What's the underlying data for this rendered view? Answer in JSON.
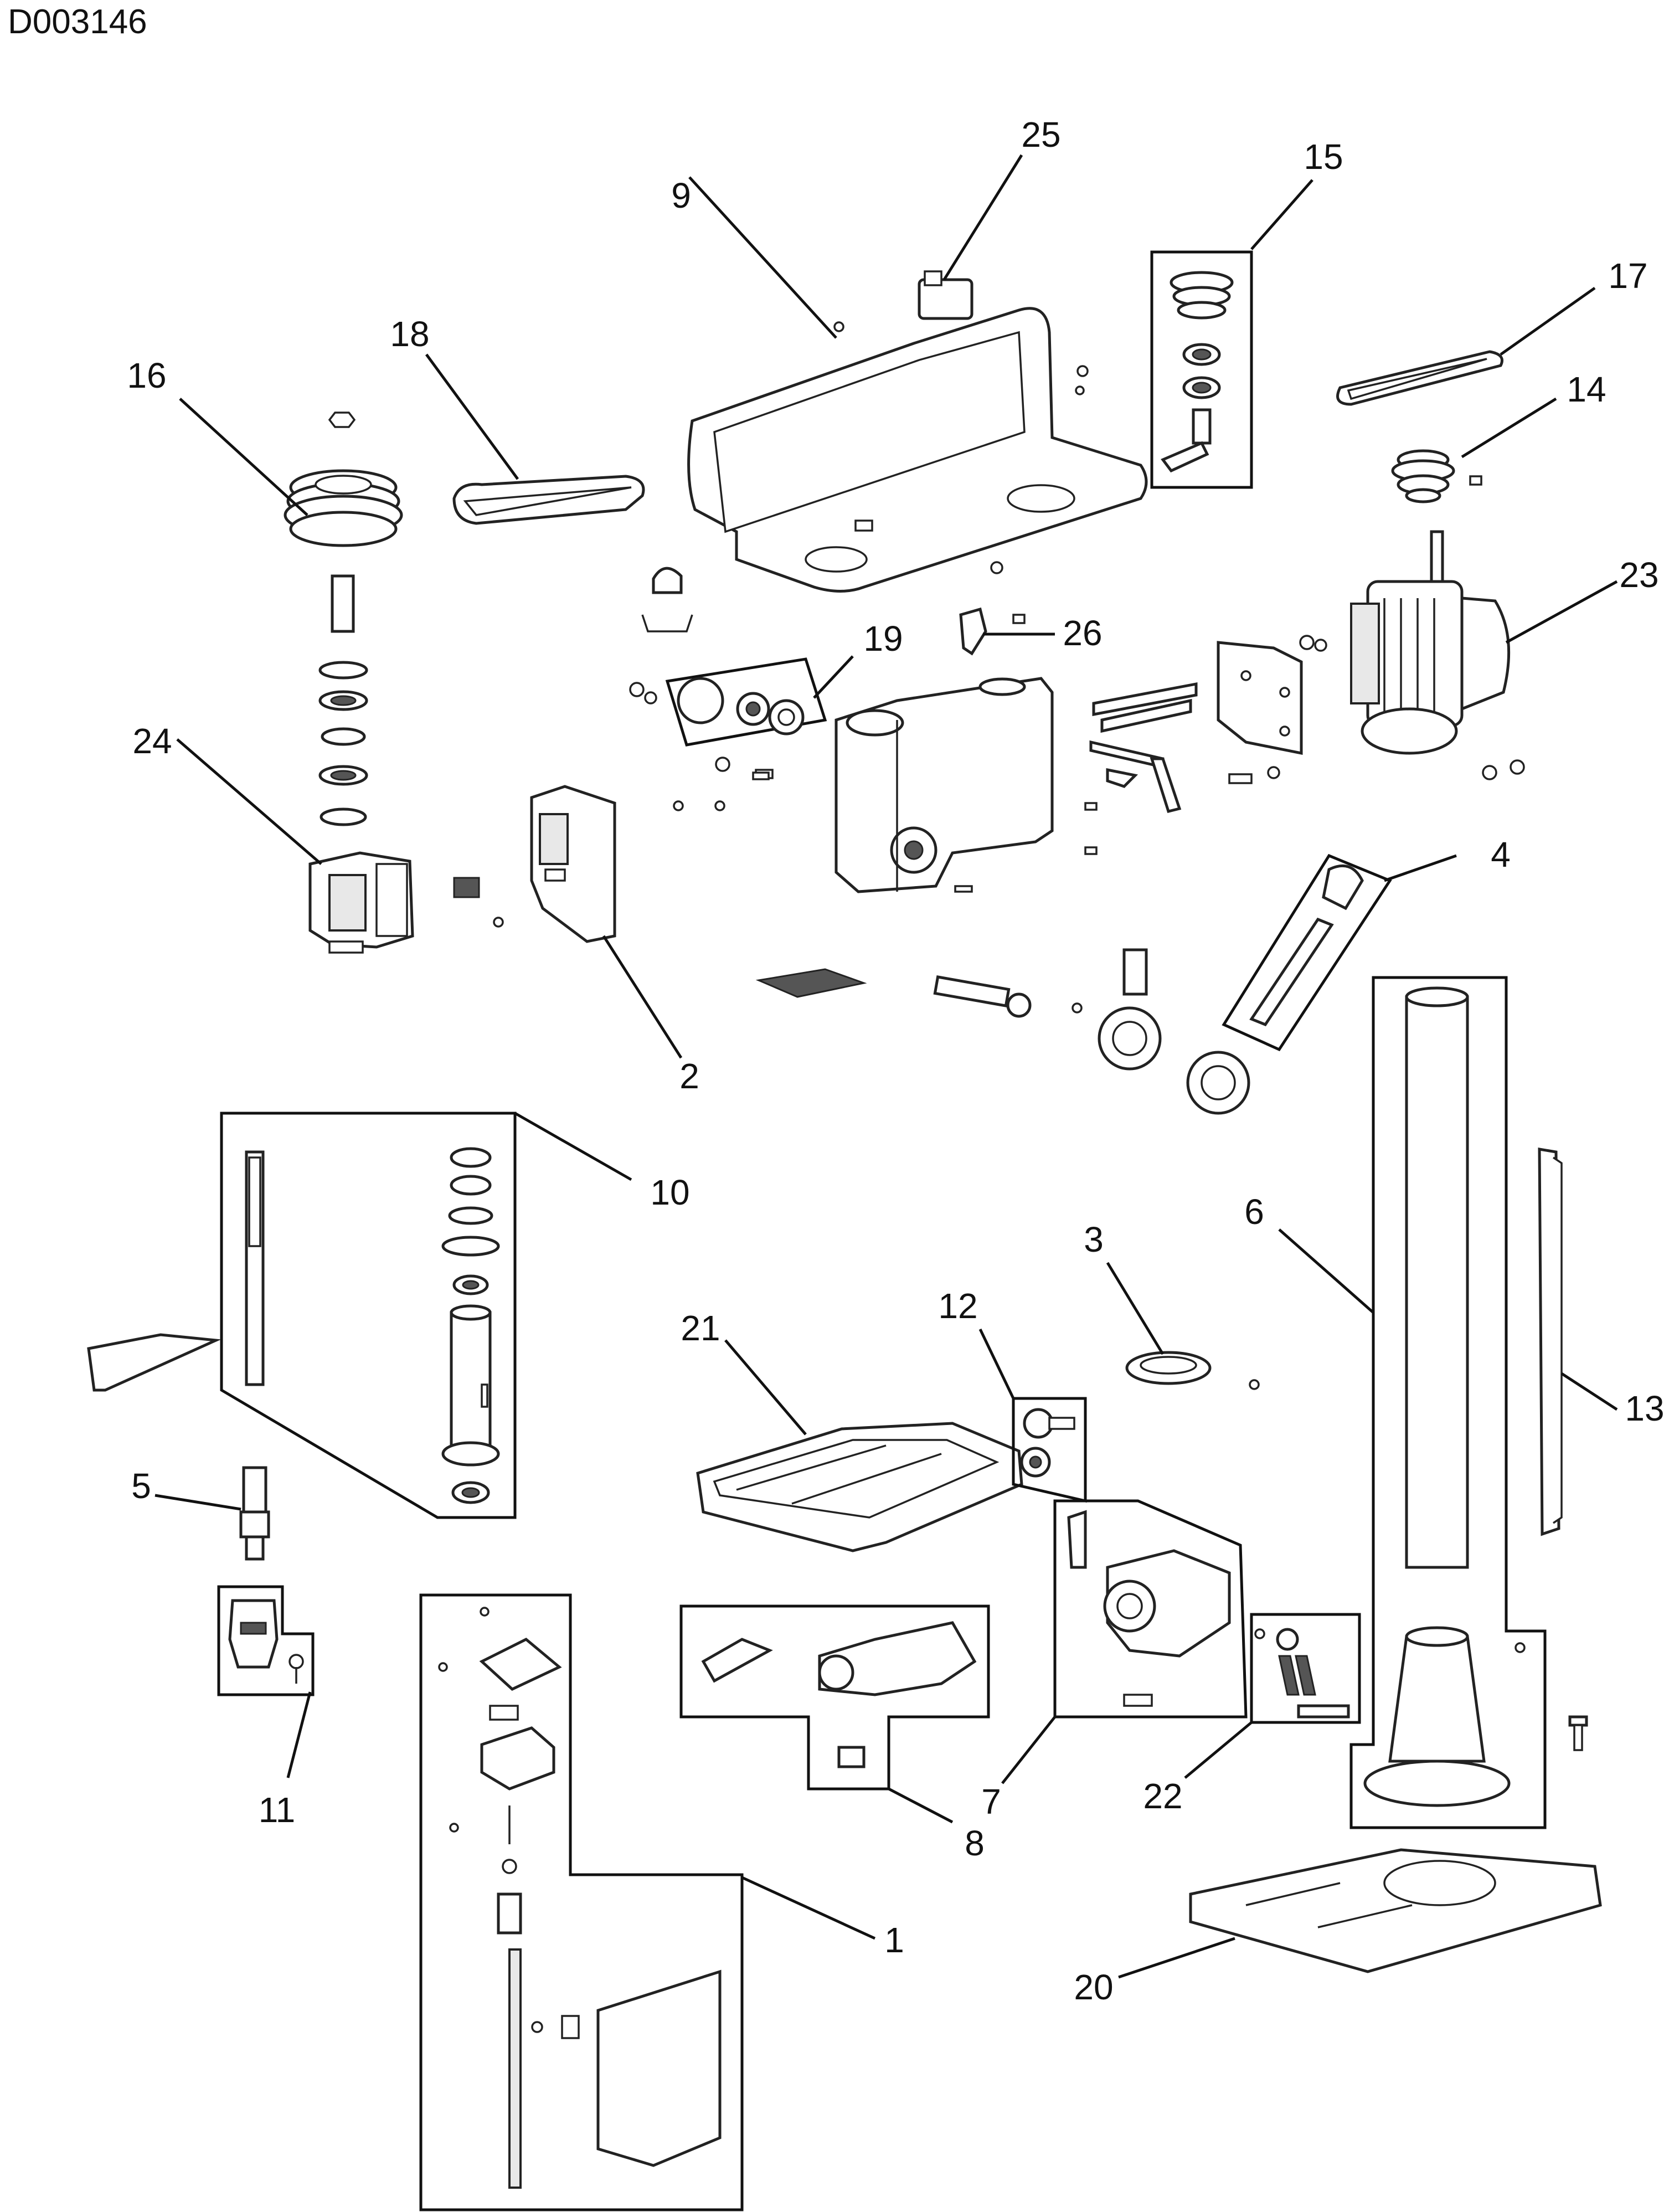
{
  "document": {
    "id": "D003146"
  },
  "callouts": [
    {
      "id": "1",
      "text": "1"
    },
    {
      "id": "2",
      "text": "2"
    },
    {
      "id": "3",
      "text": "3"
    },
    {
      "id": "4",
      "text": "4"
    },
    {
      "id": "5",
      "text": "5"
    },
    {
      "id": "6",
      "text": "6"
    },
    {
      "id": "7",
      "text": "7"
    },
    {
      "id": "8",
      "text": "8"
    },
    {
      "id": "9",
      "text": "9"
    },
    {
      "id": "10",
      "text": "10"
    },
    {
      "id": "11",
      "text": "11"
    },
    {
      "id": "12",
      "text": "12"
    },
    {
      "id": "13",
      "text": "13"
    },
    {
      "id": "14",
      "text": "14"
    },
    {
      "id": "15",
      "text": "15"
    },
    {
      "id": "16",
      "text": "16"
    },
    {
      "id": "17",
      "text": "17"
    },
    {
      "id": "18",
      "text": "18"
    },
    {
      "id": "19",
      "text": "19"
    },
    {
      "id": "20",
      "text": "20"
    },
    {
      "id": "21",
      "text": "21"
    },
    {
      "id": "22",
      "text": "22"
    },
    {
      "id": "23",
      "text": "23"
    },
    {
      "id": "24",
      "text": "24"
    },
    {
      "id": "25",
      "text": "25"
    },
    {
      "id": "26",
      "text": "26"
    }
  ]
}
